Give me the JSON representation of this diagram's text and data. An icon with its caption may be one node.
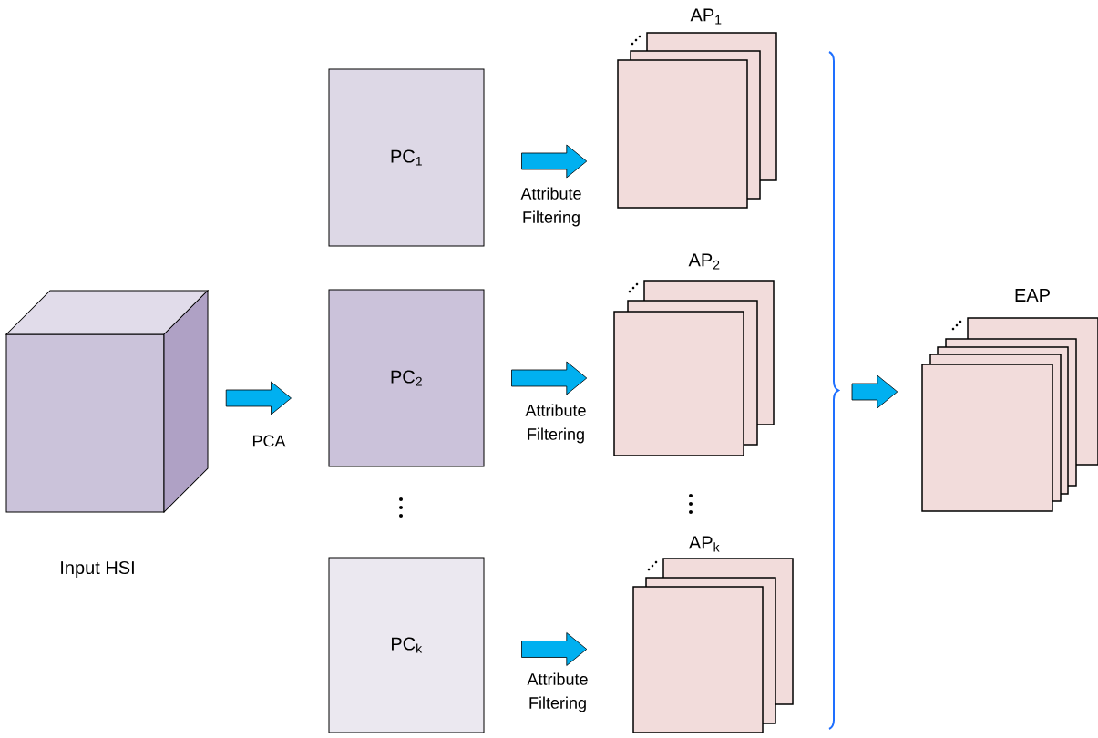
{
  "diagram": {
    "nodes": [
      {
        "text": [],
        "shape": "cube",
        "beside": [
          "Input HSI"
        ]
      },
      {
        "text": [
          "PC$_{1}$"
        ]
      },
      {
        "text": [
          "PC$_{2}$"
        ]
      },
      {
        "text": [
          "PC$_{k}$"
        ]
      },
      {
        "text": [],
        "shape": "stack",
        "beside": [
          "AP$_{1}$"
        ]
      },
      {
        "text": [],
        "shape": "stack",
        "beside": [
          "AP$_{2}$"
        ]
      },
      {
        "text": [],
        "shape": "stack",
        "beside": [
          "AP$_{k}$"
        ]
      },
      {
        "text": [],
        "shape": "stack",
        "beside": [
          "EAP"
        ]
      }
    ],
    "edges": [
      {
        "from": 0,
        "to": 2,
        "arrow": "to",
        "label": "PCA"
      },
      {
        "from": 1,
        "to": 4,
        "arrow": "to",
        "label": "Attribute Filtering"
      },
      {
        "from": 2,
        "to": 5,
        "arrow": "to",
        "label": "Attribute Filtering"
      },
      {
        "from": 3,
        "to": 6,
        "arrow": "to",
        "label": "Attribute Filtering"
      },
      {
        "from": null,
        "to": 7,
        "arrow": "to"
      }
    ]
  }
}
